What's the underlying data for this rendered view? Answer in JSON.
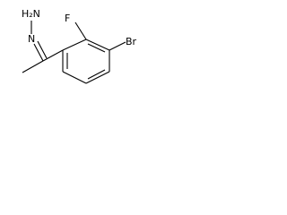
{
  "molecule": {
    "atoms": {
      "h2n": {
        "label": "H₂N"
      },
      "n": {
        "label": "N"
      },
      "f": {
        "label": "F"
      },
      "br": {
        "label": "Br"
      }
    }
  }
}
